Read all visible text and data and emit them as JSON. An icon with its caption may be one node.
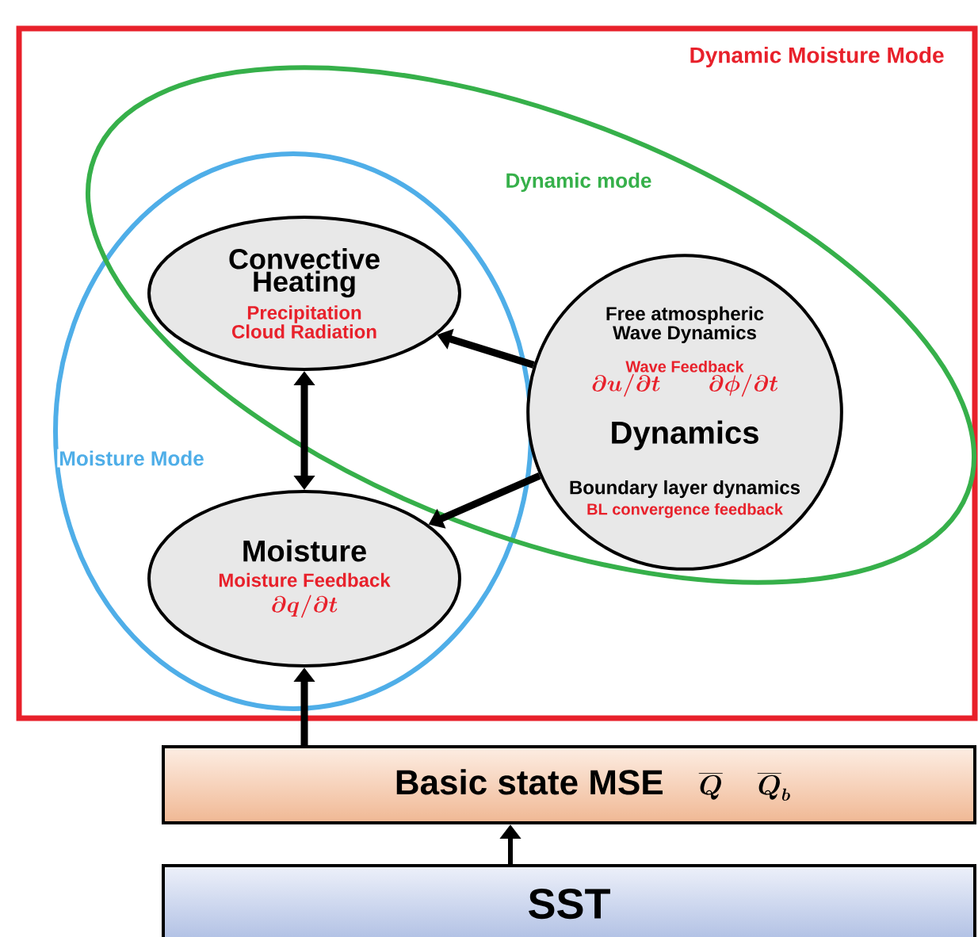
{
  "diagram": {
    "nodes": [
      {
        "text": [
          "Dynamic Moisture Mode"
        ]
      },
      {
        "text": [
          "Moisture Mode"
        ],
        "in": 0
      },
      {
        "text": [
          "Dynamic mode"
        ],
        "in": 0
      },
      {
        "text": [
          "Convective Heating",
          "Precipitation Cloud Radiation"
        ]
      },
      {
        "text": [
          "Moisture",
          "Moisture Feedback",
          "\\partial q/\\partial t"
        ],
        "in": 1
      },
      {
        "text": [
          "Free atmospheric Wave Dynamics",
          "Wave Feedback",
          "\\partial u/\\partial t",
          "\\partial \\phi/\\partial t",
          "Dynamics",
          "Boundary layer dynamics",
          "BL convergence feedback"
        ],
        "in": 2
      },
      {
        "text": [
          "Basic state MSE",
          "\\overline{Q}",
          "\\overline{Q}_b"
        ]
      },
      {
        "text": [
          "SST"
        ]
      }
    ],
    "edges": [
      {
        "from": 5,
        "to": 3,
        "arrow": "to"
      },
      {
        "from": 5,
        "to": 4,
        "arrow": "to"
      },
      {
        "from": 3,
        "to": 4,
        "arrow": "both"
      },
      {
        "from": 6,
        "to": 4,
        "arrow": "to"
      },
      {
        "from": 7,
        "to": 6,
        "arrow": "to"
      }
    ]
  }
}
